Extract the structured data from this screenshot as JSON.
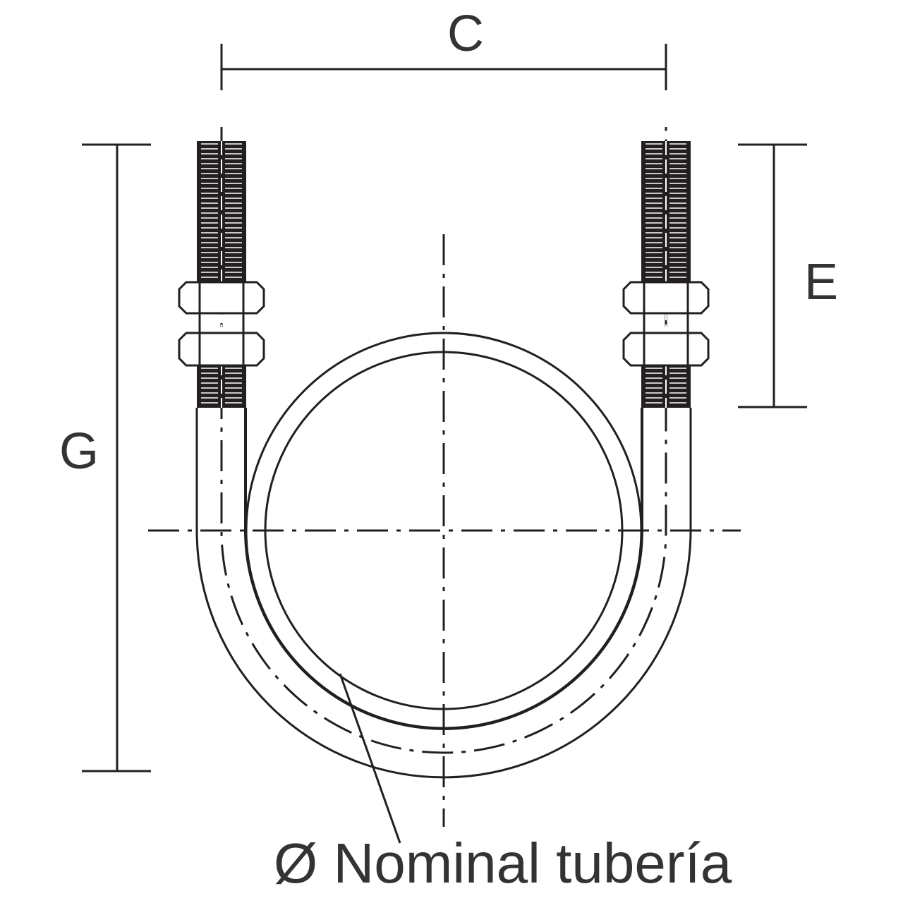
{
  "labels": {
    "c": "C",
    "e": "E",
    "g": "G",
    "nominal": "Ø Nominal tubería"
  },
  "colors": {
    "line": "#231f20",
    "text": "#333333",
    "background": "#ffffff"
  }
}
